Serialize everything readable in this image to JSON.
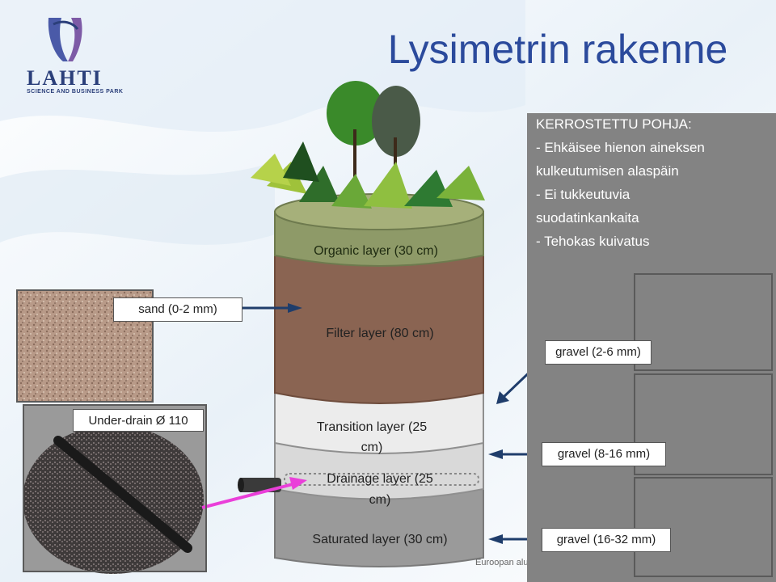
{
  "title": "Lysimetrin rakenne",
  "logo": {
    "name": "LAHTI",
    "tagline": "SCIENCE AND BUSINESS PARK"
  },
  "info_box": {
    "heading": "KERROSTETTU POHJA:",
    "lines": [
      "- Ehkäisee hienon aineksen",
      "kulkeutumisen alaspäin",
      "- Ei tukkeutuvia",
      "suodatinkankaita",
      "- Tehokas kuivatus"
    ]
  },
  "layers": [
    {
      "label": "Organic layer (30 cm)",
      "color": "#8e9a68"
    },
    {
      "label": "Filter layer (80 cm)",
      "color": "#8a6452"
    },
    {
      "label_line1": "Transition layer (25",
      "label_line2": "cm)",
      "color": "#e8e8e8"
    },
    {
      "label_line1": "Drainage layer (25",
      "label_line2": "cm)",
      "color": "#d9d9d9"
    },
    {
      "label": "Saturated layer (30 cm)",
      "color": "#9a9a9a"
    }
  ],
  "callouts": {
    "sand": "sand (0-2 mm)",
    "underdrain": "Under-drain Ø 110",
    "gravel_small": "gravel (2-6 mm)",
    "gravel_medium": "gravel (8-16 mm)",
    "gravel_large": "gravel (16-32 mm)"
  },
  "colors": {
    "arrow": "#1f3d6b",
    "pink_arrow": "#ea3fd9",
    "title": "#2b4a9c",
    "panel": "#838383"
  },
  "footer": "Euroopan alu"
}
